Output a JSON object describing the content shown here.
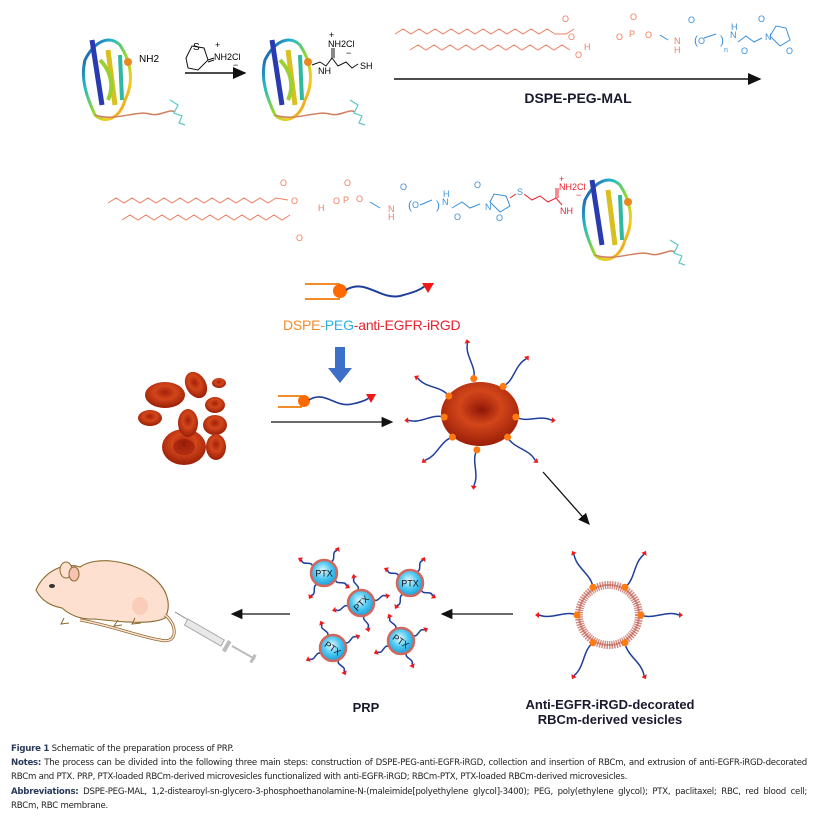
{
  "figure": {
    "step1": {
      "reagent_nh2": "NH2",
      "reagent_ring_label": "S",
      "reagent_salt": "NH2Cl",
      "product_salt": "NH2Cl",
      "product_sh": "SH",
      "product_nh": "NH"
    },
    "step2": {
      "reagent_name": "DSPE-PEG-MAL",
      "chain_labels": {
        "O": "O",
        "P": "P",
        "H": "H",
        "N": "N",
        "n": "n"
      }
    },
    "conjugate": {
      "salt": "NH2Cl",
      "s_label": "S",
      "nh_label": "NH"
    },
    "insert_label": {
      "part1": "DSPE-",
      "part2": "PEG",
      "part3": "-anti-EGFR-iRGD",
      "colors": {
        "dspe": "#f28c28",
        "peg": "#2ab0e8",
        "antibody": "#e8232f"
      }
    },
    "ptx_label": "PTX",
    "prp_label": "PRP",
    "vesicle_label_line1": "Anti-EGFR-iRGD-decorated",
    "vesicle_label_line2": "RBCm-derived vesicles",
    "colors": {
      "lipid": "#f07e5e",
      "peg": "#3a8fd8",
      "linker": "#e8232f",
      "tether": "#1f3f9a",
      "rbc": "#c0320a",
      "ptx_core": "#3ec4f0",
      "membrane": "#c9655a"
    }
  },
  "caption": {
    "figure_label": "Figure 1",
    "title": "Schematic of the preparation process of PRP.",
    "notes_label": "Notes:",
    "notes_text": "The process can be divided into the following three main steps: construction of DSPE-PEG-anti-EGFR-iRGD, collection and insertion of RBCm, and extrusion of anti-EGFR-iRGD-decorated RBCm and PTX. PRP, PTX-loaded RBCm-derived microvesicles functionalized with anti-EGFR-iRGD; RBCm-PTX, PTX-loaded RBCm-derived microvesicles.",
    "abbrev_label": "Abbreviations:",
    "abbrev_text": "DSPE-PEG-MAL, 1,2-distearoyl-sn-glycero-3-phosphoethanolamine-N-(maleimide[polyethylene glycol]-3400); PEG, poly(ethylene glycol); PTX, paclitaxel; RBC, red blood cell; RBCm, RBC membrane."
  }
}
